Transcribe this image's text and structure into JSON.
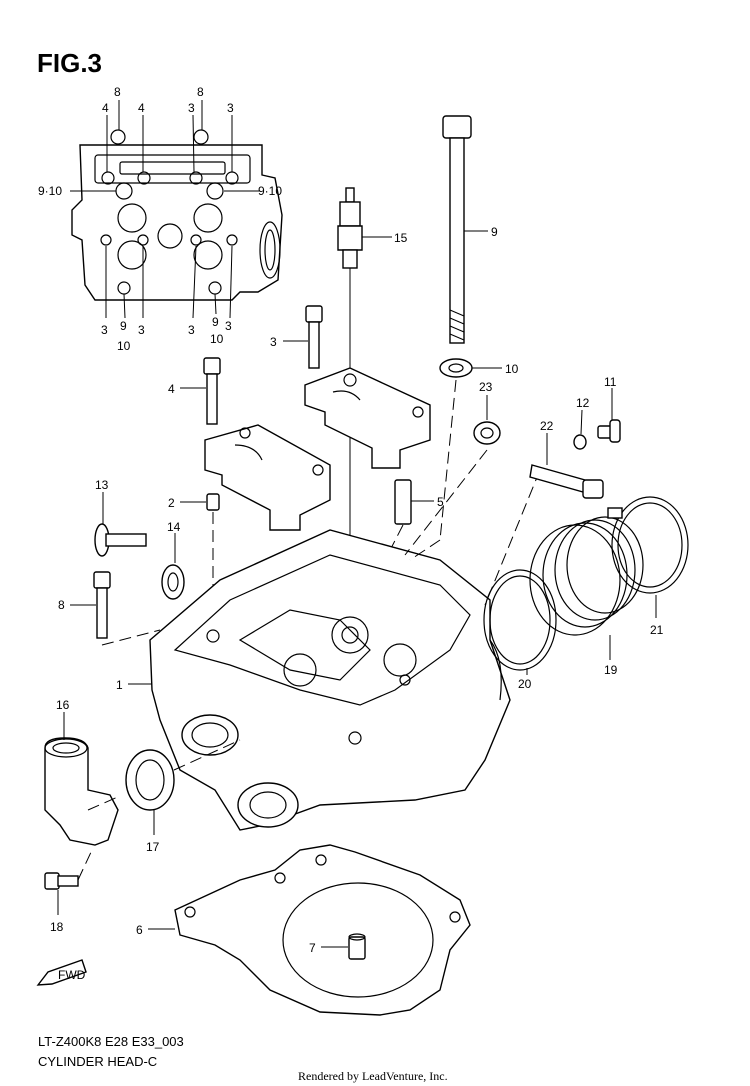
{
  "figure_title": "FIG.3",
  "model_code": "LT-Z400K8 E28 E33_003",
  "caption": "CYLINDER HEAD-C",
  "credit": "Rendered by LeadVenture, Inc.",
  "front_arrow": "FWD",
  "inset_labels": [
    "8",
    "4",
    "4",
    "3",
    "8",
    "3",
    "9·10",
    "9·10",
    "3",
    "9",
    "3",
    "3",
    "9",
    "3",
    "10",
    "10"
  ],
  "part_labels": [
    "15",
    "9",
    "3",
    "10",
    "4",
    "23",
    "11",
    "12",
    "22",
    "5",
    "2",
    "13",
    "14",
    "8",
    "1",
    "16",
    "17",
    "18",
    "6",
    "7",
    "20",
    "19",
    "21"
  ]
}
